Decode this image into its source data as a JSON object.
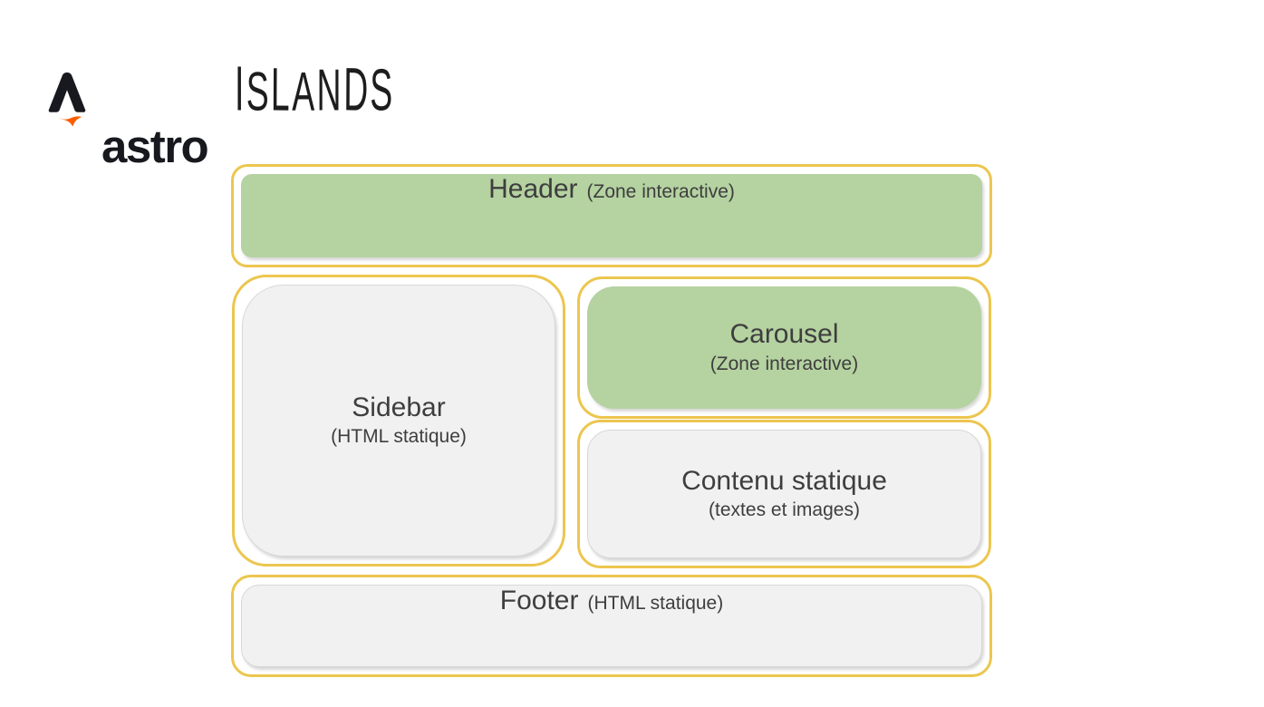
{
  "theme": {
    "border_yellow": "#ecc64f",
    "island_green": "#b5d2a1",
    "static_fill": "#f1f1f1",
    "static_border": "#d8d8d8",
    "text_color": "#3e3e3e",
    "logo_dark": "#17191e",
    "flame_orange": "#ff5d01",
    "canvas_bg": "#ffffff"
  },
  "logo": {
    "icon": "astro-rocket-logo",
    "brand": "astro",
    "wordmark": "ISLANDS"
  },
  "diagram": {
    "zones": {
      "header": {
        "title": "Header",
        "subtitle": "(Zone interactive)",
        "kind": "interactive"
      },
      "sidebar": {
        "title": "Sidebar",
        "subtitle": "(HTML statique)",
        "kind": "static"
      },
      "carousel": {
        "title": "Carousel",
        "subtitle": "(Zone interactive)",
        "kind": "interactive"
      },
      "static_content": {
        "title": "Contenu statique",
        "subtitle": "(textes et images)",
        "kind": "static"
      },
      "footer": {
        "title": "Footer",
        "subtitle": "(HTML statique)",
        "kind": "static"
      }
    }
  }
}
